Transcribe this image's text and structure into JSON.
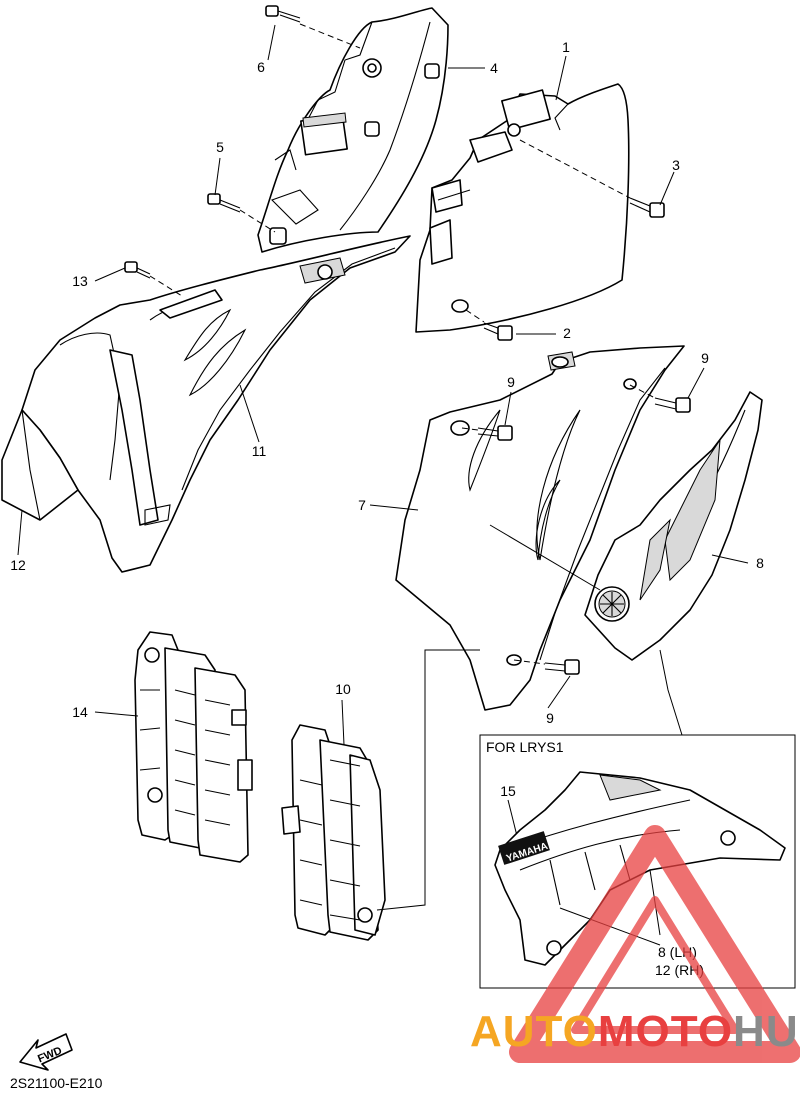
{
  "diagram_code": "2S21100-E210",
  "fwd_label": "FWD",
  "inset": {
    "title": "FOR LRYS1",
    "label_15": "15",
    "label_8lh": "8 (LH)",
    "label_12rh": "12 (RH)",
    "decal_text": "YAMAHA"
  },
  "watermark": {
    "part1": "AUTO",
    "part2": "MOTO",
    "part3": "HUB",
    "color_orange": "#f5a623",
    "color_red": "#e84040",
    "color_gray": "#8a8a8a"
  },
  "callouts": {
    "c1": "1",
    "c2": "2",
    "c3": "3",
    "c4": "4",
    "c5": "5",
    "c6": "6",
    "c7": "7",
    "c8": "8",
    "c9a": "9",
    "c9b": "9",
    "c9c": "9",
    "c10": "10",
    "c11": "11",
    "c12": "12",
    "c13": "13",
    "c14": "14"
  }
}
